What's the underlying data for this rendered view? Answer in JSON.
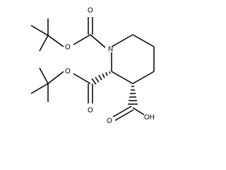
{
  "diagram": {
    "atoms": {
      "nitrogen": "N",
      "carbonyl_oxygen_top": "O",
      "ester_oxygen_top": "O",
      "carbonyl_oxygen_mid": "O",
      "ester_oxygen_mid": "O",
      "carbonyl_oxygen_acid": "O",
      "hydroxyl_acid": "OH"
    },
    "colors": {
      "bond": "#000000",
      "label": "#000000",
      "background": "#ffffff"
    }
  }
}
